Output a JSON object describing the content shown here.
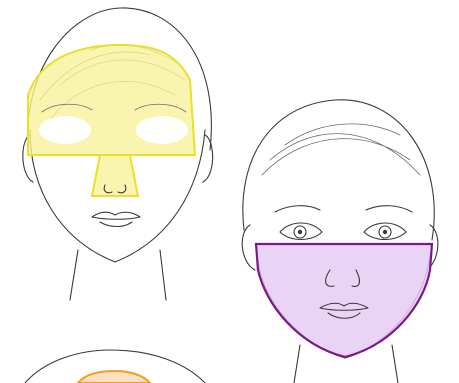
{
  "figures": [
    {
      "id": "face-1",
      "zones": [
        "forehead-eye-band",
        "nose-bridge"
      ],
      "zone_color": "#f7f19a",
      "zone_stroke": "#e8e02a"
    },
    {
      "id": "face-2",
      "zones": [
        "lower-face"
      ],
      "zone_color": "#e6ccf5",
      "zone_stroke": "#7a1a86"
    },
    {
      "id": "face-3",
      "zones": [
        "top-of-head"
      ],
      "zone_color": "#f9d9b6",
      "zone_stroke": "#f0a020"
    }
  ]
}
